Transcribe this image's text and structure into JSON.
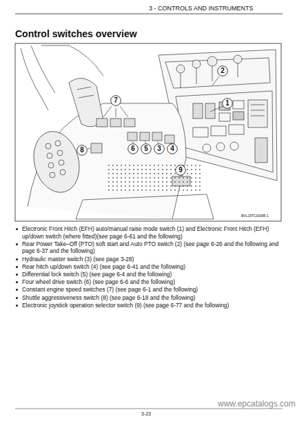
{
  "diagram": {
    "title": "Control switches overview",
    "nodes": [
      {
        "text": [
          "2"
        ]
      },
      {
        "text": [
          "7"
        ]
      },
      {
        "text": [
          "1"
        ]
      },
      {
        "text": [
          "8"
        ]
      },
      {
        "text": [
          "6"
        ]
      },
      {
        "text": [
          "5"
        ]
      },
      {
        "text": [
          "3"
        ]
      },
      {
        "text": [
          "4"
        ]
      },
      {
        "text": [
          "9"
        ]
      }
    ],
    "labels": [
      "3 - CONTROLS AND INSTRUMENTS",
      "Electronic Front Hitch (EFH) auto/manual raise mode switch (1) and Electronic Front Hitch (EFH) up/down switch (where fitted)(see page 6-61 and the following)",
      "Rear Power Take–Off (PTO) soft start and Auto PTO switch (2) (see page 6-26 and the following and page 6-37 and the following)",
      "Hydraulic master switch (3) (see page 3-28)",
      "Rear hitch up/down switch (4) (see page 6-41 and the following)",
      "Differential lock switch (5) (see page 6-4 and the following)",
      "Four wheel drive switch (6) (see page 6-6 and the following)",
      "Constant engine speed switches (7) (see page 6-1 and the following)",
      "Shuttle aggressiveness switch (8) (see page 6-18 and the following)",
      "Electronic joystick operation selector switch (9) (see page 6-77 and the following)",
      "BVL15TC00085 1",
      "3-23",
      "www.epcatalogs.com"
    ]
  }
}
